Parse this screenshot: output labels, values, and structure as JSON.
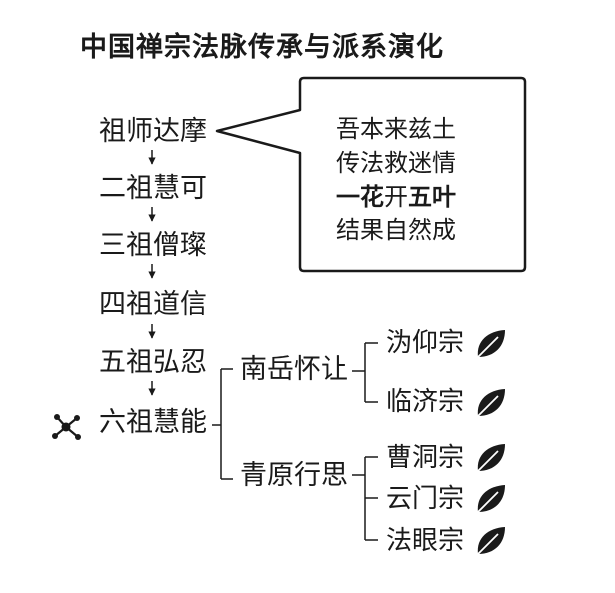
{
  "title": "中国禅宗法脉传承与派系演化",
  "patriarchs": [
    "祖师达摩",
    "二祖慧可",
    "三祖僧璨",
    "四祖道信",
    "五祖弘忍",
    "六祖慧能"
  ],
  "branches": [
    "南岳怀让",
    "青原行思"
  ],
  "schools": [
    "沩仰宗",
    "临济宗",
    "曹洞宗",
    "云门宗",
    "法眼宗"
  ],
  "verse": {
    "line1": "吾本来兹土",
    "line2": "传法救迷情",
    "line3_a": "一花",
    "line3_b": "开",
    "line3_c": "五叶",
    "line4": "结果自然成"
  },
  "icons": {
    "school_leaf": "leaf-icon",
    "sixth_patriarch_marker": "network-icon"
  },
  "colors": {
    "text": "#1a1a1a",
    "line": "#1a1a1a",
    "background": "#ffffff"
  }
}
